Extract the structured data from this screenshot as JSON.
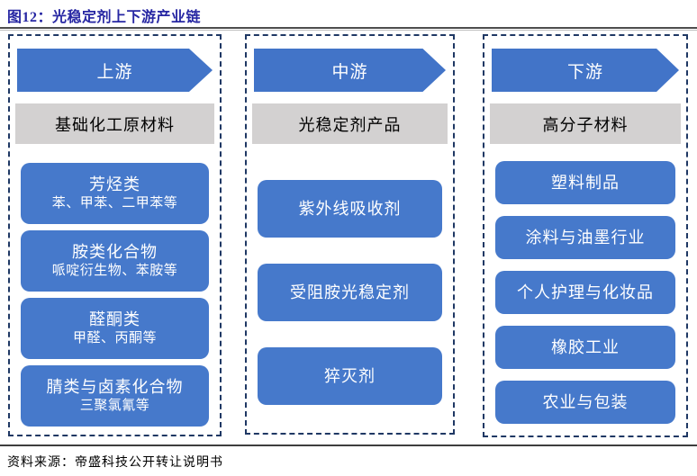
{
  "title": "图12：光稳定剂上下游产业链",
  "source": "资料来源：帝盛科技公开转让说明书",
  "colors": {
    "title_blue": "#2727A3",
    "arrow_blue": "#4274C8",
    "box_blue": "#4679CB",
    "category_gray": "#D3D1D1",
    "dashed_border_navy": "#1F3864"
  },
  "chart_data": {
    "type": "table",
    "title": "图12：光稳定剂上下游产业链",
    "columns": [
      {
        "stage": "上游",
        "category": "基础化工原材料",
        "boxes": [
          {
            "line1": "芳烃类",
            "line2": "苯、甲苯、二甲苯等"
          },
          {
            "line1": "胺类化合物",
            "line2": "哌啶衍生物、苯胺等"
          },
          {
            "line1": "醛酮类",
            "line2": "甲醛、丙酮等"
          },
          {
            "line1": "腈类与卤素化合物",
            "line2": "三聚氯氰等"
          }
        ]
      },
      {
        "stage": "中游",
        "category": "光稳定剂产品",
        "boxes": [
          {
            "line1": "紫外线吸收剂",
            "line2": ""
          },
          {
            "line1": "受阻胺光稳定剂",
            "line2": ""
          },
          {
            "line1": "猝灭剂",
            "line2": ""
          }
        ]
      },
      {
        "stage": "下游",
        "category": "高分子材料",
        "boxes": [
          {
            "line1": "塑料制品",
            "line2": ""
          },
          {
            "line1": "涂料与油墨行业",
            "line2": ""
          },
          {
            "line1": "个人护理与化妆品",
            "line2": ""
          },
          {
            "line1": "橡胶工业",
            "line2": ""
          },
          {
            "line1": "农业与包装",
            "line2": ""
          }
        ]
      }
    ]
  }
}
